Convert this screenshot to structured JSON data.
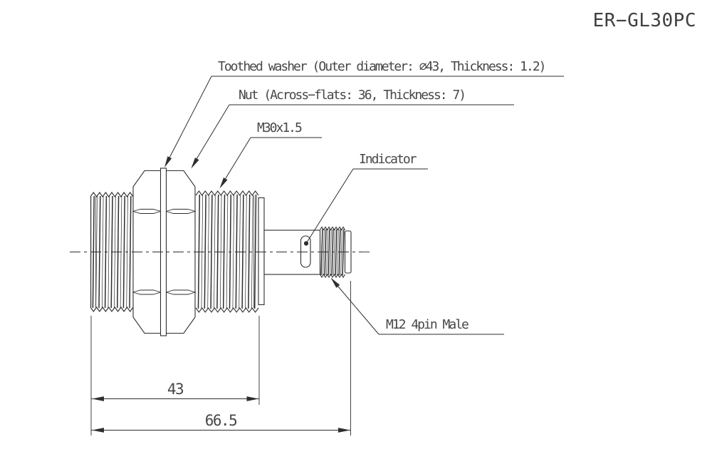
{
  "title": "ER−GL30PC",
  "callouts": {
    "toothed_washer": {
      "label": "Toothed washer (Outer diameter: ∅43, Thickness: 1.2)"
    },
    "nut": {
      "label": "Nut (Across−flats: 36, Thickness: 7)"
    },
    "mounting_thread": {
      "label": "M30x1.5"
    },
    "indicator": {
      "label": "Indicator"
    },
    "connector": {
      "label": "M12 4pin Male"
    }
  },
  "dimensions": {
    "thread_length": "43",
    "overall_length": "66.5"
  },
  "colors": {
    "line": "#2e2e2e",
    "text": "#474747",
    "background": "#ffffff"
  }
}
